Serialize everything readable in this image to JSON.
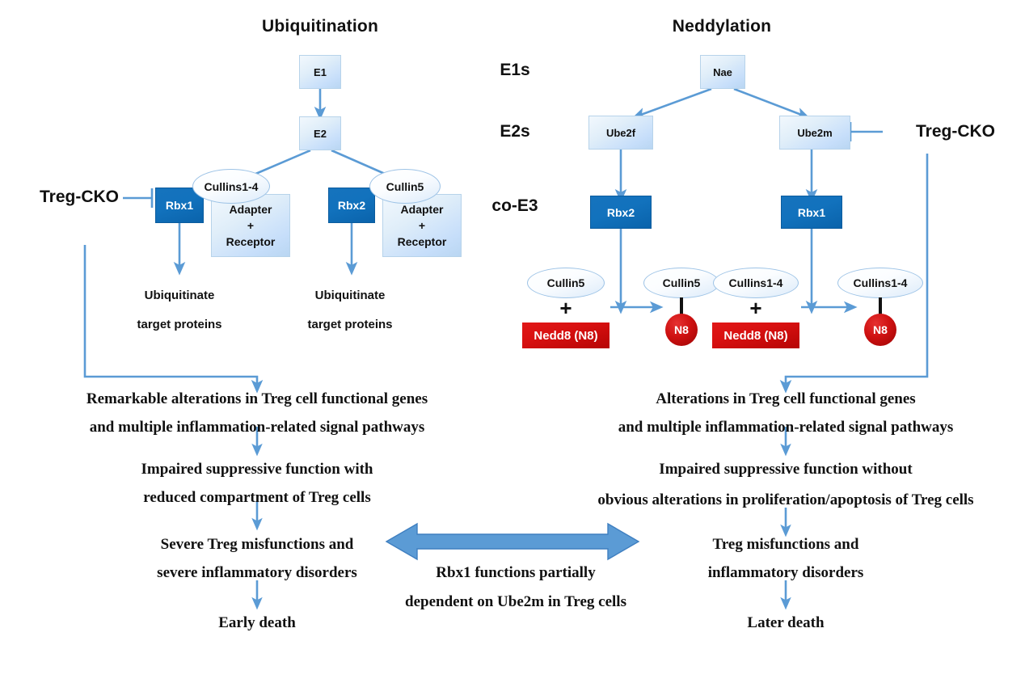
{
  "titles": {
    "left": "Ubiquitination",
    "right": "Neddylation"
  },
  "stage_labels": {
    "e1s": "E1s",
    "e2s": "E2s",
    "coe3": "co-E3"
  },
  "colors": {
    "arrow_blue": "#5b9bd5",
    "dark_blue_box": "#1272bd",
    "light_box": "#dcecf9",
    "nedd8_red": "#d81010",
    "n8_red": "#c00000",
    "text": "#111111"
  },
  "ubiquitination": {
    "e1": "E1",
    "e2": "E2",
    "cko_label": "Treg-CKO",
    "branch_left": {
      "rbx": "Rbx1",
      "cullin": "Cullins1-4",
      "adapter_line1": "Adapter",
      "adapter_line2": "+",
      "adapter_line3": "Receptor",
      "out_line1": "Ubiquitinate",
      "out_line2": "target proteins"
    },
    "branch_right": {
      "rbx": "Rbx2",
      "cullin": "Cullin5",
      "adapter_line1": "Adapter",
      "adapter_line2": "+",
      "adapter_line3": "Receptor",
      "out_line1": "Ubiquitinate",
      "out_line2": "target proteins"
    }
  },
  "neddylation": {
    "nae": "Nae",
    "cko_label": "Treg-CKO",
    "branch_left": {
      "e2": "Ube2f",
      "rbx": "Rbx2",
      "substrate_cullin": "Cullin5",
      "nedd8": "Nedd8 (N8)",
      "plus": "+",
      "product_cullin": "Cullin5",
      "product_tag": "N8"
    },
    "branch_right": {
      "e2": "Ube2m",
      "rbx": "Rbx1",
      "substrate_cullin": "Cullins1-4",
      "nedd8": "Nedd8 (N8)",
      "plus": "+",
      "product_cullin": "Cullins1-4",
      "product_tag": "N8"
    }
  },
  "outcomes_left": {
    "step1_line1": "Remarkable alterations in Treg cell functional genes",
    "step1_line2": "and multiple inflammation-related signal pathways",
    "step2_line1": "Impaired suppressive function with",
    "step2_line2": "reduced compartment of Treg cells",
    "step3_line1": "Severe Treg misfunctions and",
    "step3_line2": "severe inflammatory disorders",
    "step4": "Early death"
  },
  "outcomes_right": {
    "step1_line1": "Alterations in Treg cell functional genes",
    "step1_line2": "and multiple inflammation-related signal pathways",
    "step2_line1": "Impaired suppressive function without",
    "step2_line2": "obvious alterations in proliferation/apoptosis of Treg cells",
    "step3_line1": "Treg misfunctions and",
    "step3_line2": "inflammatory disorders",
    "step4": "Later death"
  },
  "bridge": {
    "line1": "Rbx1 functions partially",
    "line2": "dependent on Ube2m in Treg cells"
  }
}
